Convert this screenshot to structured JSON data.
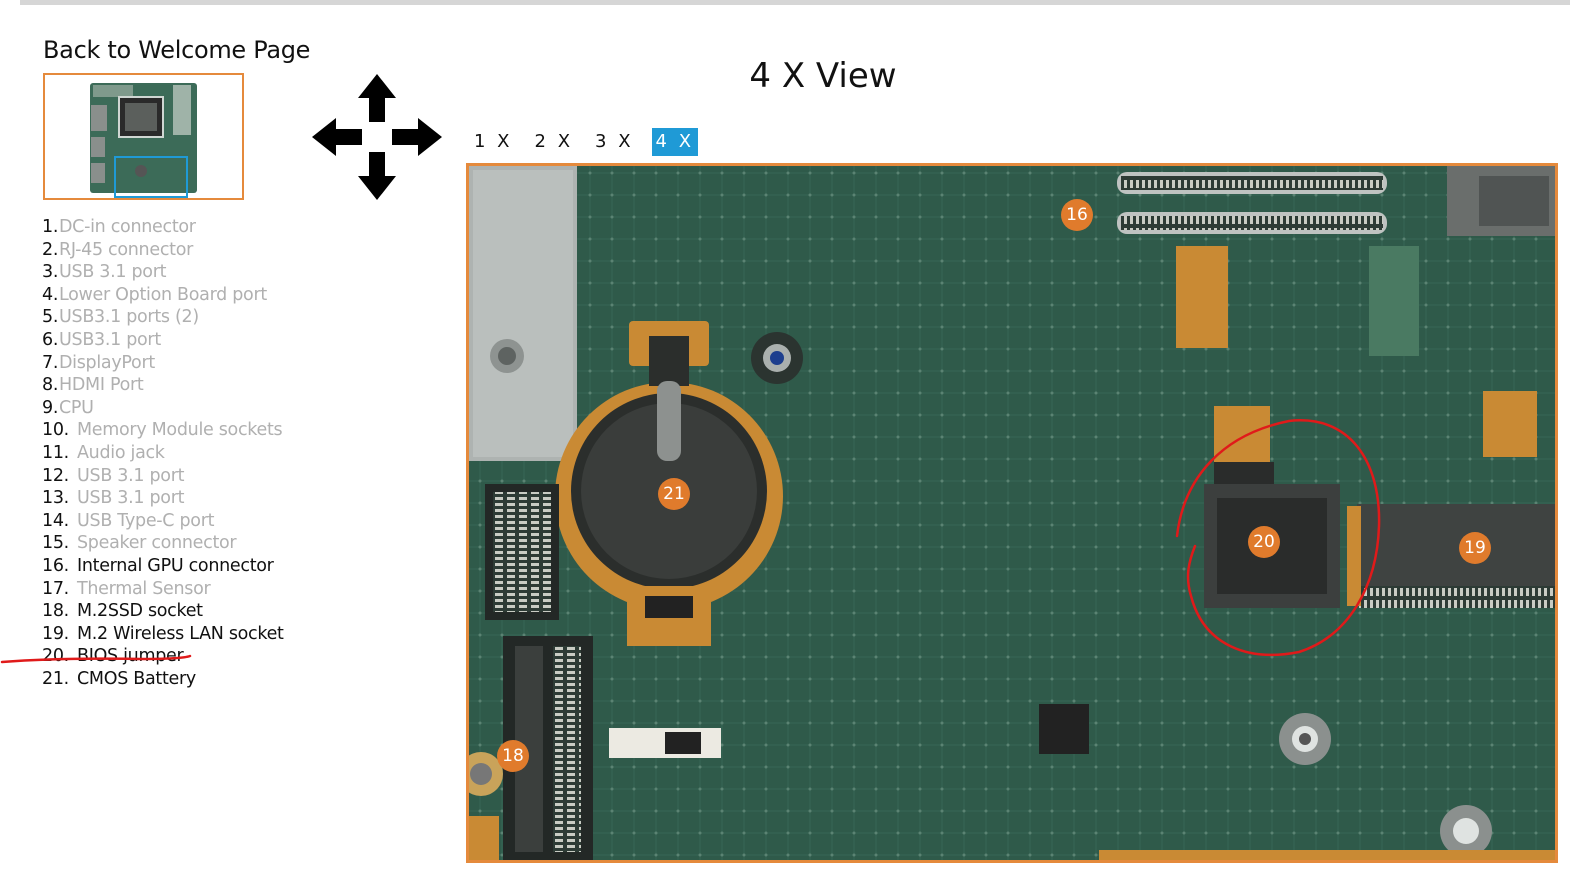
{
  "back_link": "Back to Welcome Page",
  "view_title": "4 X View",
  "zoom_levels": [
    "1 X",
    "2 X",
    "3 X",
    "4 X"
  ],
  "zoom_selected": "4 X",
  "legend": [
    {
      "num": "1.",
      "label": "DC-in connector",
      "active": false
    },
    {
      "num": "2.",
      "label": "RJ-45 connector",
      "active": false
    },
    {
      "num": "3.",
      "label": "USB 3.1 port",
      "active": false
    },
    {
      "num": "4.",
      "label": "Lower Option Board port",
      "active": false
    },
    {
      "num": "5.",
      "label": "USB3.1 ports (2)",
      "active": false
    },
    {
      "num": "6.",
      "label": "USB3.1 port",
      "active": false
    },
    {
      "num": "7.",
      "label": "DisplayPort",
      "active": false
    },
    {
      "num": "8.",
      "label": "HDMI Port",
      "active": false
    },
    {
      "num": "9.",
      "label": "CPU",
      "active": false
    },
    {
      "num": "10.",
      "label": "Memory Module sockets",
      "active": false
    },
    {
      "num": "11.",
      "label": "Audio jack",
      "active": false
    },
    {
      "num": "12.",
      "label": "USB 3.1 port",
      "active": false
    },
    {
      "num": "13.",
      "label": "USB 3.1 port",
      "active": false
    },
    {
      "num": "14.",
      "label": "USB Type-C port",
      "active": false
    },
    {
      "num": "15.",
      "label": "Speaker connector",
      "active": false
    },
    {
      "num": "16.",
      "label": "Internal GPU connector",
      "active": true
    },
    {
      "num": "17.",
      "label": "Thermal Sensor",
      "active": false
    },
    {
      "num": "18.",
      "label": "M.2SSD socket",
      "active": true
    },
    {
      "num": "19.",
      "label": "M.2 Wireless LAN socket",
      "active": true
    },
    {
      "num": "20.",
      "label": "BIOS jumper",
      "active": true
    },
    {
      "num": "21.",
      "label": "CMOS Battery",
      "active": true
    }
  ],
  "markers": [
    "16",
    "21",
    "20",
    "19",
    "18"
  ],
  "colors": {
    "accent_orange": "#e58a3c",
    "marker_orange": "#e07b2c",
    "zoom_selected_blue": "#1f9ad6",
    "board_green": "#2f5a4c",
    "annotation_red": "#e01a1a"
  },
  "icons": {
    "pan": "four-way-arrow-icon"
  }
}
